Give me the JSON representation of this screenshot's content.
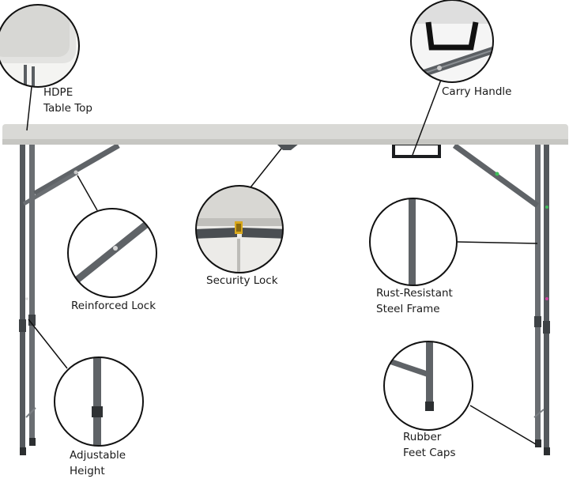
{
  "callouts": {
    "hdpe_top": {
      "lines": [
        "HDPE",
        "Table Top"
      ]
    },
    "carry_handle": {
      "lines": [
        "Carry Handle"
      ]
    },
    "reinforced_lock": {
      "lines": [
        "Reinforced Lock"
      ]
    },
    "security_lock": {
      "lines": [
        "Security Lock"
      ]
    },
    "steel_frame": {
      "lines": [
        "Rust-Resistant",
        "Steel Frame"
      ]
    },
    "adjustable_height": {
      "lines": [
        "Adjustable",
        "Height"
      ]
    },
    "feet_caps": {
      "lines": [
        "Rubber",
        "Feet Caps"
      ]
    }
  },
  "colors": {
    "tabletop": "#d9d9d6",
    "frame": "#5a5e62",
    "leader": "#111111",
    "background": "#ffffff"
  }
}
